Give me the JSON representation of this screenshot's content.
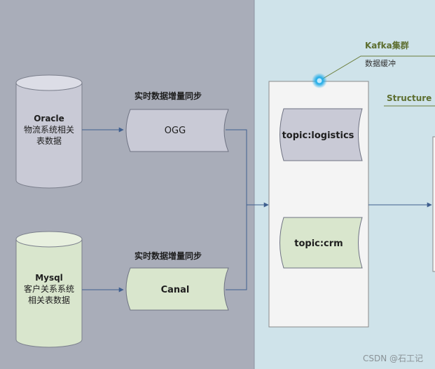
{
  "sources": [
    {
      "name": "Oracle",
      "desc_line1": "物流系统相关",
      "desc_line2": "表数据",
      "fill": "#c9cad6",
      "top_fill": "#dcdde6"
    },
    {
      "name": "Mysql",
      "desc_line1": "客户关系系统",
      "desc_line2": "相关表数据",
      "fill": "#d9e6cd",
      "top_fill": "#e8f0df"
    }
  ],
  "sync": [
    {
      "caption": "实时数据增量同步",
      "label": "OGG",
      "fill": "#c9cad6"
    },
    {
      "caption": "实时数据增量同步",
      "label": "Canal",
      "fill": "#d9e6cd"
    }
  ],
  "kafka": {
    "title": "Kafka集群",
    "subtitle": "数据缓冲"
  },
  "topics": [
    {
      "label": "topic:logistics",
      "fill": "#c9cad6"
    },
    {
      "label": "topic:crm",
      "fill": "#d9e6cd"
    }
  ],
  "structure": {
    "label": "Structure s"
  },
  "watermark": "CSDN @石工记",
  "colors": {
    "left_panel": "#a9adb9",
    "right_panel": "#cfe3ea",
    "arrow": "#3f5f8f",
    "callout": "#6b7d3a",
    "glow": "#27aee8"
  }
}
